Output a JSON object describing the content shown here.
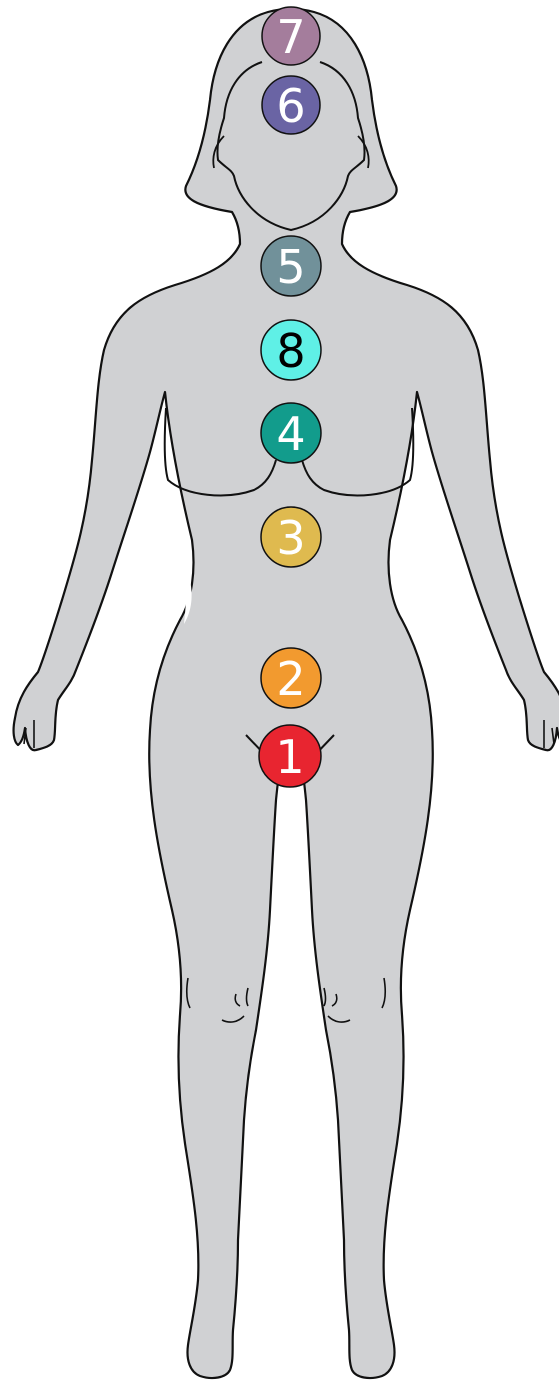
{
  "figure": {
    "body_fill": "#d0d1d3",
    "outline_color": "#111111"
  },
  "chakras": [
    {
      "label": "7",
      "color": "#a47d9c",
      "text_color": "#ffffff"
    },
    {
      "label": "6",
      "color": "#6a64a4",
      "text_color": "#ffffff"
    },
    {
      "label": "5",
      "color": "#71919a",
      "text_color": "#ffffff"
    },
    {
      "label": "8",
      "color": "#5ff0e6",
      "text_color": "#000000"
    },
    {
      "label": "4",
      "color": "#129c8c",
      "text_color": "#ffffff"
    },
    {
      "label": "3",
      "color": "#dfba4f",
      "text_color": "#ffffff"
    },
    {
      "label": "2",
      "color": "#f29a2f",
      "text_color": "#ffffff"
    },
    {
      "label": "1",
      "color": "#e82530",
      "text_color": "#ffffff"
    }
  ]
}
